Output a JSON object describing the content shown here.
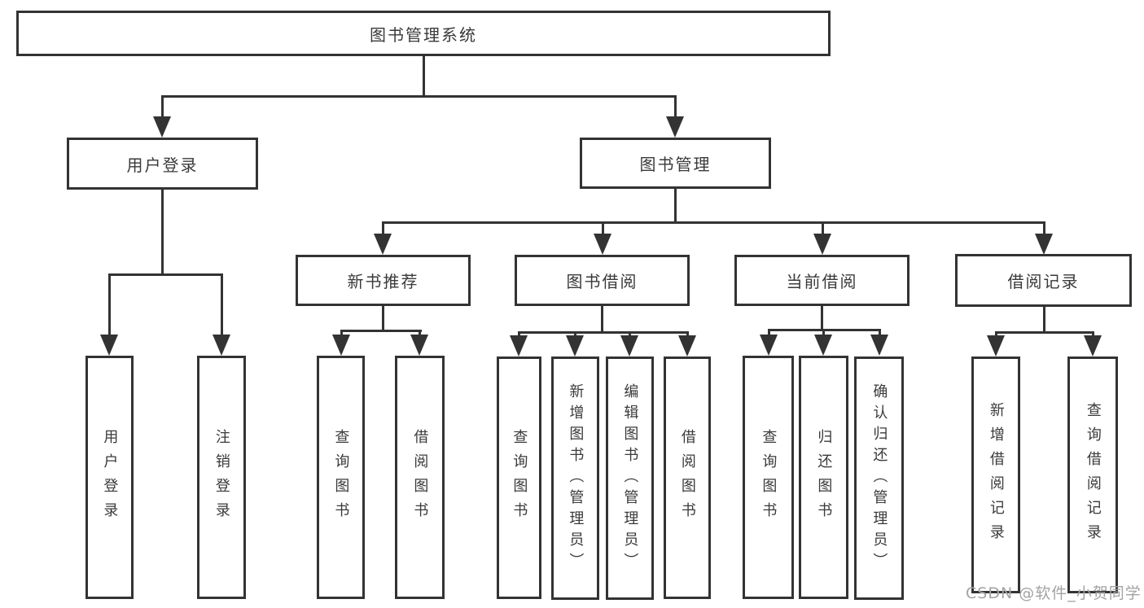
{
  "tree": {
    "root": "图书管理系统",
    "children": [
      {
        "label": "用户登录",
        "children": [
          "用户登录",
          "注销登录"
        ]
      },
      {
        "label": "图书管理",
        "children": [
          {
            "label": "新书推荐",
            "children": [
              "查询图书",
              "借阅图书"
            ]
          },
          {
            "label": "图书借阅",
            "children": [
              "查询图书",
              "新增图书（管理员）",
              "编辑图书（管理员）",
              "借阅图书"
            ]
          },
          {
            "label": "当前借阅",
            "children": [
              "查询图书",
              "归还图书",
              "确认归还（管理员）"
            ]
          },
          {
            "label": "借阅记录",
            "children": [
              "新增借阅记录",
              "查询借阅记录"
            ]
          }
        ]
      }
    ]
  },
  "watermark": "CSDN @软件_小贺同学",
  "colors": {
    "line": "#333333",
    "text": "#3a3a3a",
    "background": "#ffffff",
    "watermark": "#a3a3a3"
  }
}
